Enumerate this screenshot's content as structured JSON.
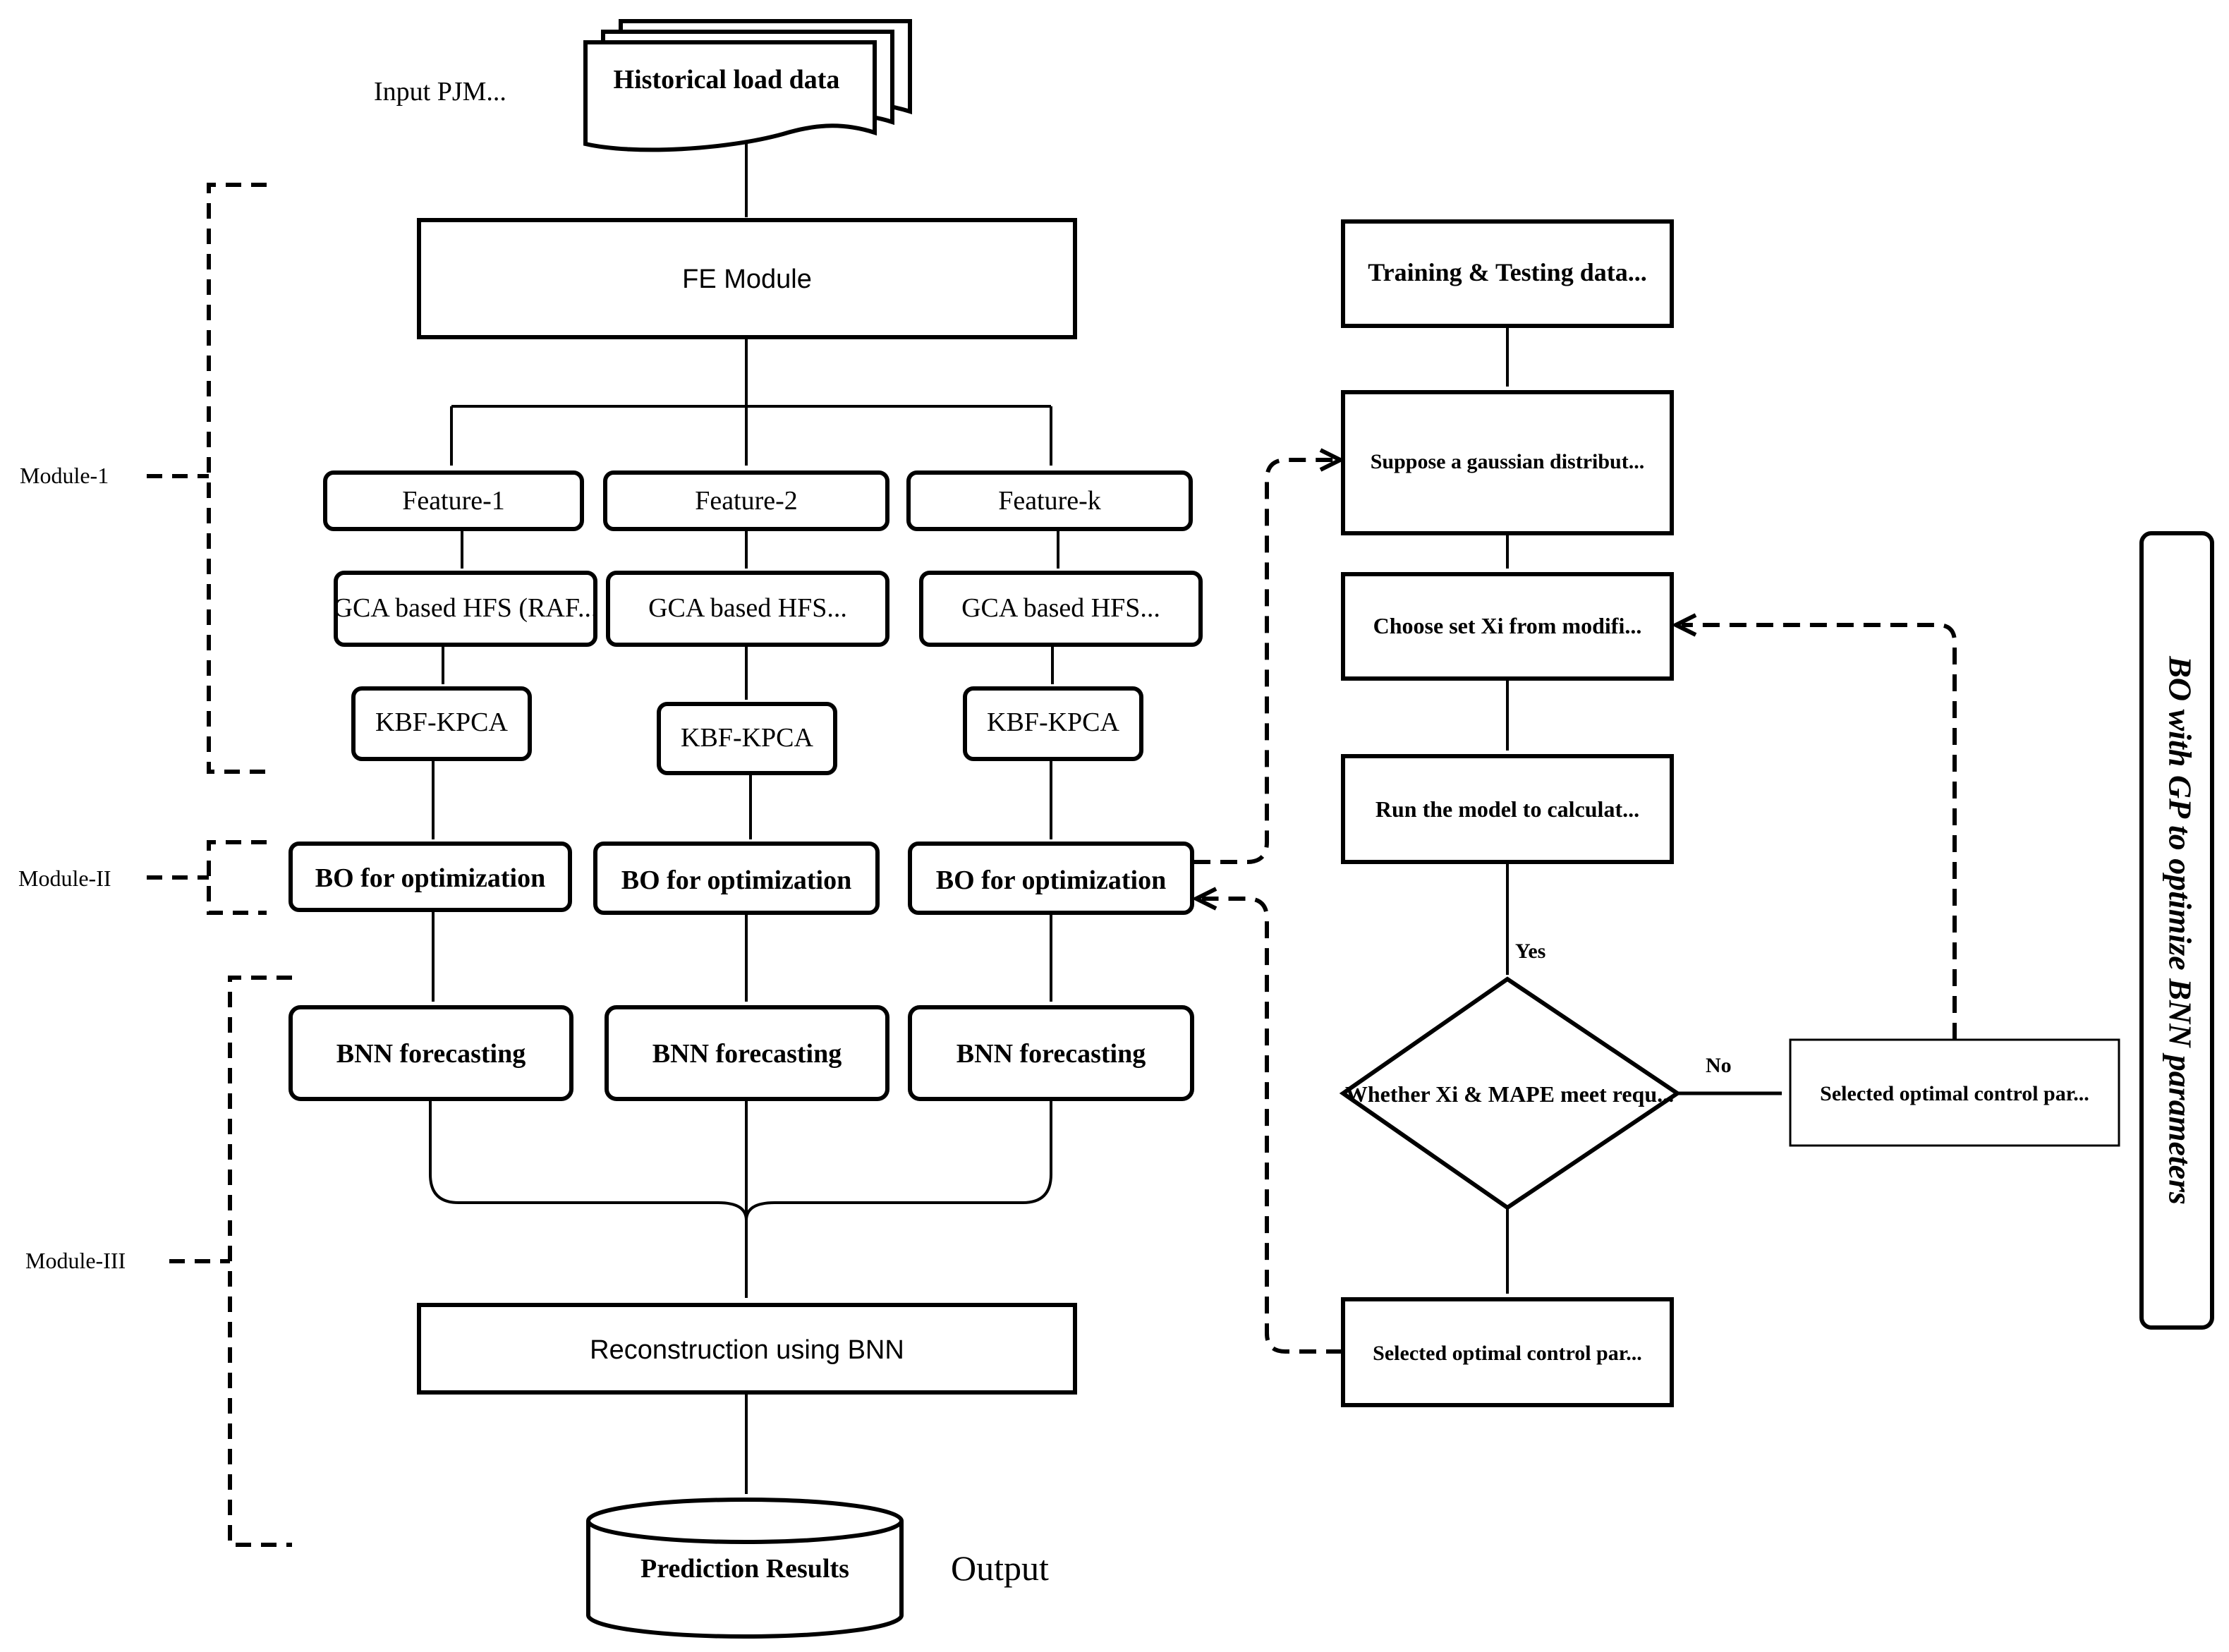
{
  "input": {
    "label": "Input PJM...",
    "doc": "Historical load data"
  },
  "fe_module": "FE Module",
  "features": [
    {
      "name": "Feature-1",
      "gca": "GCA based HFS (RAF...",
      "kbf": "KBF-KPCA",
      "bo": "BO for optimization",
      "bnn": "BNN forecasting"
    },
    {
      "name": "Feature-2",
      "gca": "GCA based HFS...",
      "kbf": "KBF-KPCA",
      "bo": "BO for optimization",
      "bnn": "BNN forecasting"
    },
    {
      "name": "Feature-k",
      "gca": "GCA based HFS...",
      "kbf": "KBF-KPCA",
      "bo": "BO for optimization",
      "bnn": "BNN forecasting"
    }
  ],
  "reconstruction": "Reconstruction using  BNN",
  "prediction": "Prediction Results",
  "output_label": "Output",
  "modules": {
    "m1": "Module-1",
    "m2": "Module-II",
    "m3": "Module-III"
  },
  "bo_flow": {
    "training": "Training & Testing data...",
    "suppose": "Suppose a gaussian distribut...",
    "choose": "Choose set Xi from modifi...",
    "run": "Run the model to calculat...",
    "decision": "Whether Xi & MAPE  meet requ...",
    "yes": "Yes",
    "no": "No",
    "selected_right": "Selected optimal control par...",
    "selected_bottom": "Selected optimal control par..."
  },
  "side_title": "BO with GP to optimize BNN parameters"
}
